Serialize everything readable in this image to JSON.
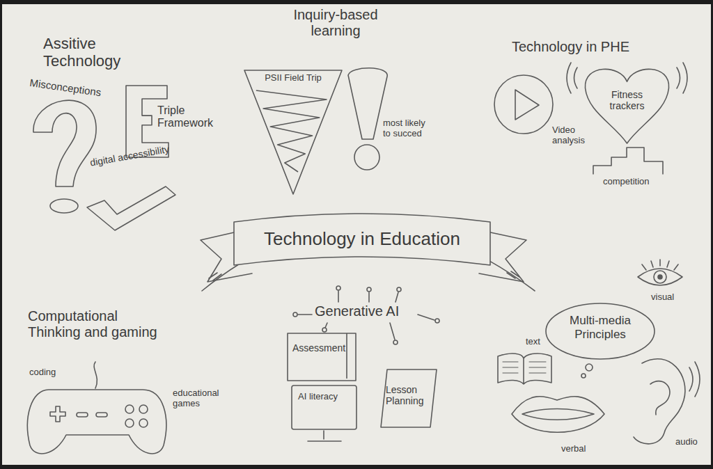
{
  "diagram": {
    "nodes": [
      {
        "text": [
          "Triple Framework"
        ]
      },
      {
        "text": [
          "PSII Field Trip"
        ]
      },
      {
        "text": [
          "Fitness trackers"
        ]
      },
      {
        "text": [
          "Technology in Education"
        ]
      },
      {
        "text": [
          "Assessment"
        ]
      },
      {
        "text": [
          "AI literacy"
        ]
      },
      {
        "text": [
          "Lesson Planning"
        ]
      },
      {
        "text": [
          "Multi-media Principles"
        ]
      }
    ],
    "labels": [
      "Assitive Technology",
      "Misconceptions",
      "digital accessibility",
      "Inquiry-based learning",
      "most likely to succed",
      "Technology in PHE",
      "Video analysis",
      "competition",
      "Computational Thinking and gaming",
      "coding",
      "educational games",
      "Generative AI",
      "visual",
      "text",
      "verbal",
      "audio"
    ]
  }
}
